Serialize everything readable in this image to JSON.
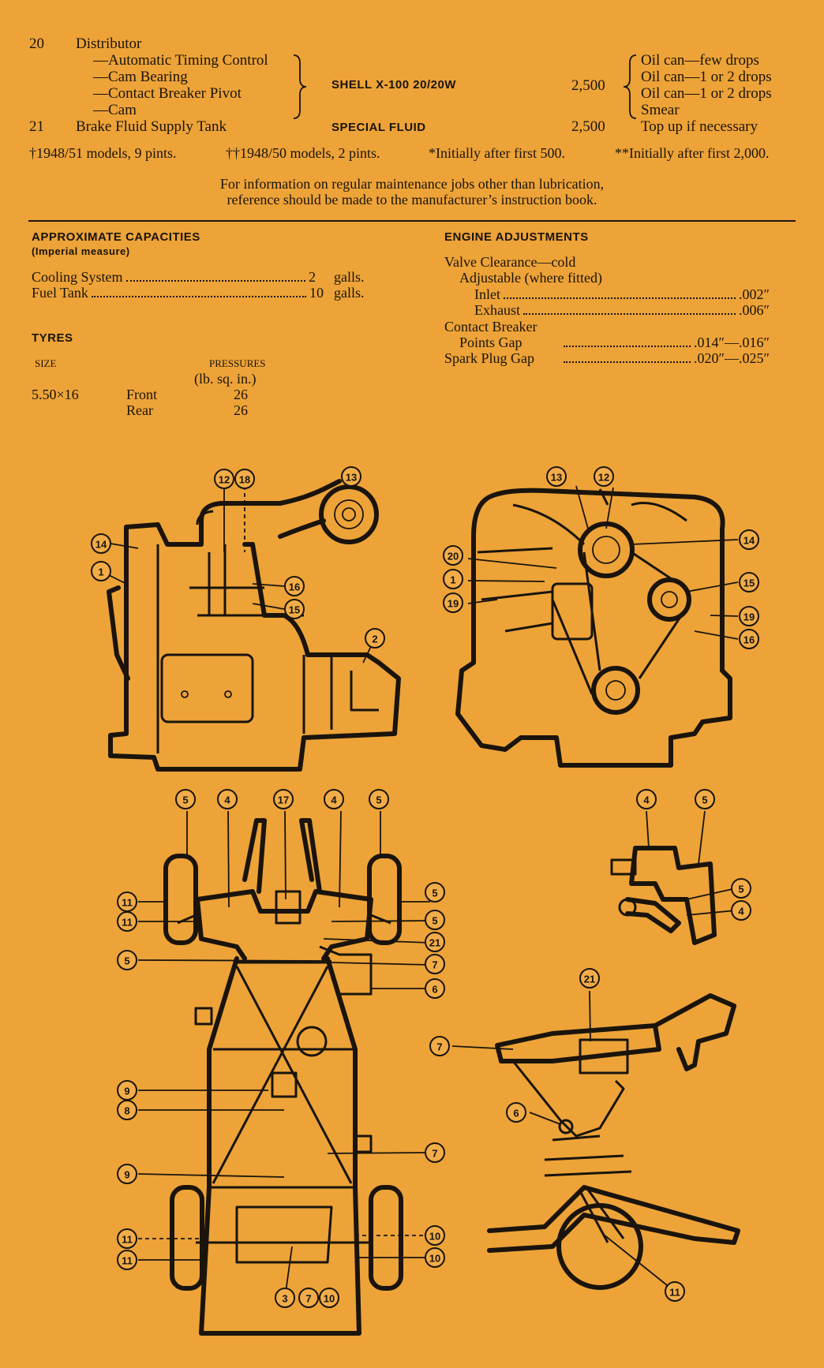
{
  "lubrication": {
    "row20": {
      "num": "20",
      "item": "Distributor",
      "subitems": [
        "—Automatic Timing Control",
        "—Cam Bearing",
        "—Contact Breaker Pivot",
        "—Cam"
      ],
      "lubricant": "SHELL X-100 20/20W",
      "mileage": "2,500",
      "methods": [
        "Oil can—few drops",
        "Oil can—1 or 2 drops",
        "Oil can—1 or 2 drops",
        "Smear"
      ]
    },
    "row21": {
      "num": "21",
      "item": "Brake Fluid Supply Tank",
      "lubricant": "SPECIAL FLUID",
      "mileage": "2,500",
      "method": "Top up if necessary"
    }
  },
  "footnotes": {
    "n1": "†1948/51 models, 9 pints.",
    "n2": "††1948/50 models, 2 pints.",
    "n3": "*Initially after first 500.",
    "n4": "**Initially after first 2,000."
  },
  "info_line1": "For information on regular maintenance jobs other than lubrication,",
  "info_line2": "reference should be made to the manufacturer’s instruction book.",
  "capacities": {
    "heading": "APPROXIMATE CAPACITIES",
    "subheading": "(Imperial measure)",
    "cooling_label": "Cooling System",
    "cooling_value": "2",
    "cooling_unit": "galls.",
    "fuel_label": "Fuel Tank",
    "fuel_value": "10",
    "fuel_unit": "galls."
  },
  "tyres": {
    "heading": "TYRES",
    "size_header": "SIZE",
    "pressures_header": "PRESSURES",
    "pressures_unit": "(lb. sq. in.)",
    "size": "5.50×16",
    "front_label": "Front",
    "front_value": "26",
    "rear_label": "Rear",
    "rear_value": "26"
  },
  "engine": {
    "heading": "ENGINE ADJUSTMENTS",
    "valve_label": "Valve Clearance—cold",
    "adjustable_label": "Adjustable (where fitted)",
    "inlet_label": "Inlet",
    "inlet_value": ".002″",
    "exhaust_label": "Exhaust",
    "exhaust_value": ".006″",
    "cb_label": "Contact Breaker",
    "points_label": "Points Gap",
    "points_value": ".014″—.016″",
    "plug_label": "Spark Plug Gap",
    "plug_value": ".020″—.025″"
  },
  "callouts": {
    "engine_side": [
      "12",
      "18",
      "13",
      "14",
      "1",
      "16",
      "15",
      "2"
    ],
    "engine_front": [
      "13",
      "12",
      "14",
      "20",
      "1",
      "19",
      "15",
      "19",
      "16"
    ],
    "chassis": [
      "5",
      "4",
      "17",
      "4",
      "5",
      "11",
      "11",
      "5",
      "5",
      "21",
      "5",
      "7",
      "6",
      "9",
      "8",
      "9",
      "7",
      "11",
      "11",
      "10",
      "10",
      "3",
      "7",
      "10"
    ],
    "hub_detail": [
      "4",
      "5",
      "5",
      "4"
    ],
    "pedal_detail": [
      "21",
      "7",
      "6"
    ],
    "rear_detail": [
      "11"
    ]
  },
  "colors": {
    "paper": "#eda338",
    "ink": "#1a140c"
  }
}
